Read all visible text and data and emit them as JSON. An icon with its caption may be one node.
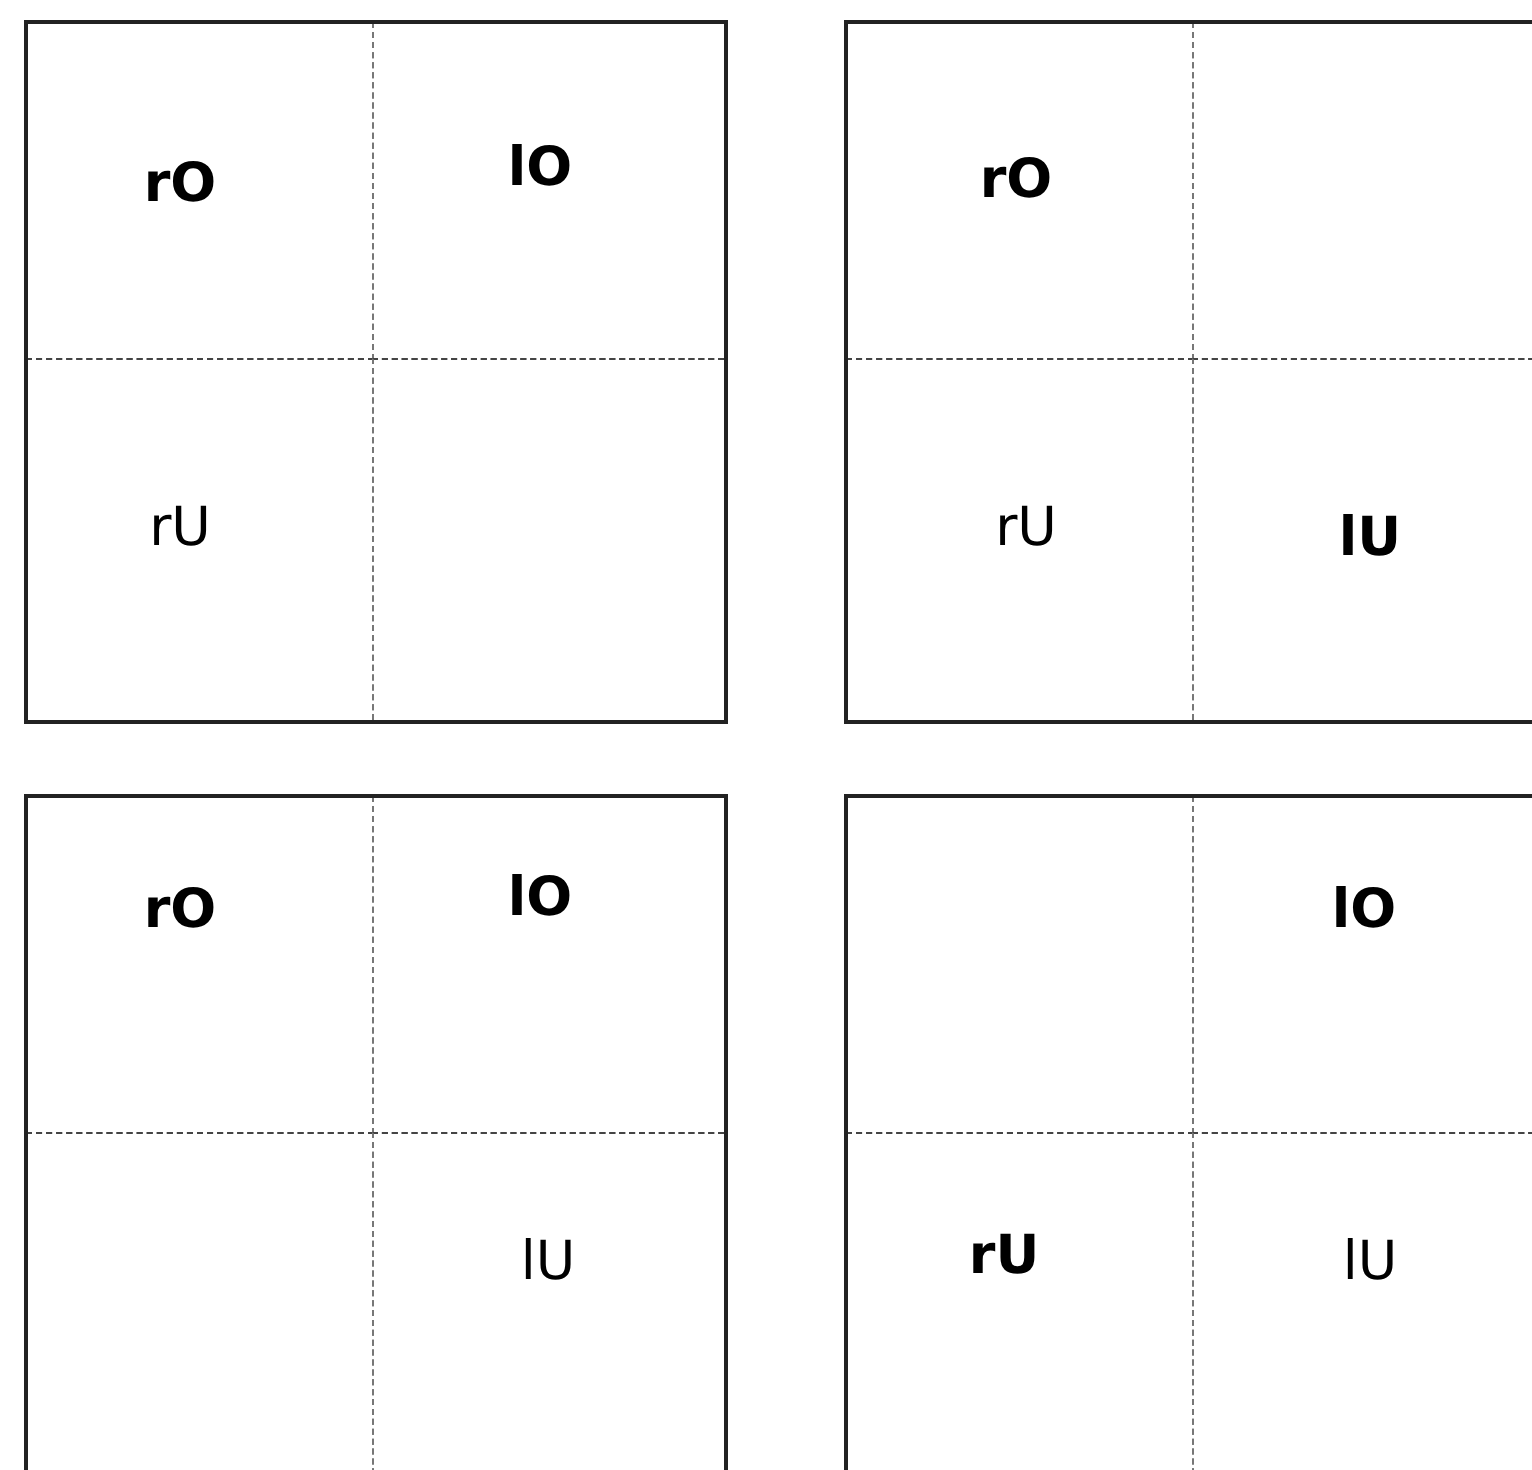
{
  "diagram": {
    "nodes": [
      {
        "text": [],
        "shape": "box"
      },
      {
        "text": [
          "rO"
        ],
        "in": 0
      },
      {
        "text": [
          "lO"
        ],
        "in": 0
      },
      {
        "text": [
          "rU"
        ],
        "in": 0
      },
      {
        "text": [],
        "shape": "box",
        "in": 0
      },
      {
        "text": [],
        "shape": "box"
      },
      {
        "text": [
          "rO"
        ],
        "in": 5
      },
      {
        "text": [],
        "shape": "box",
        "in": 5
      },
      {
        "text": [
          "rU"
        ],
        "in": 5
      },
      {
        "text": [
          "lU"
        ],
        "in": 5
      },
      {
        "text": [],
        "shape": "box"
      },
      {
        "text": [
          "rO"
        ],
        "in": 10
      },
      {
        "text": [
          "lO"
        ],
        "in": 10
      },
      {
        "text": [],
        "shape": "box",
        "in": 10
      },
      {
        "text": [
          "lU"
        ],
        "in": 10
      },
      {
        "text": [],
        "shape": "box"
      },
      {
        "text": [],
        "shape": "box",
        "in": 15
      },
      {
        "text": [
          "lO"
        ],
        "in": 15
      },
      {
        "text": [
          "rU"
        ],
        "in": 15
      },
      {
        "text": [
          "lU"
        ],
        "in": 15
      }
    ],
    "edges": []
  }
}
